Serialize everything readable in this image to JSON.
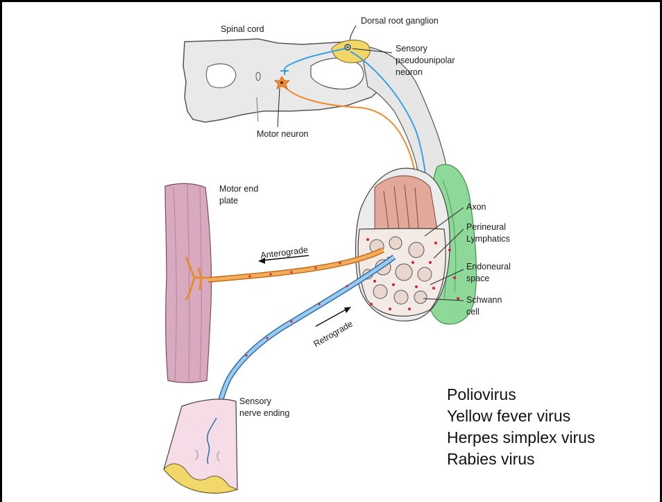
{
  "labels": {
    "spinal_cord": "Spinal cord",
    "dorsal_root_ganglion": "Dorsal root ganglion",
    "sensory_line1": "Sensory",
    "sensory_line2": "pseudounipolar",
    "sensory_line3": "neuron",
    "motor_neuron": "Motor neuron",
    "motor_end_line1": "Motor end",
    "motor_end_line2": "plate",
    "axon": "Axon",
    "perineural_line1": "Perineural",
    "perineural_line2": "Lymphatics",
    "endoneural_line1": "Endoneural",
    "endoneural_line2": "space",
    "schwann_line1": "Schwann",
    "schwann_line2": "cell",
    "anterograde": "Anterograde",
    "retrograde": "Retrograde",
    "sensory_ending_line1": "Sensory",
    "sensory_ending_line2": "nerve ending"
  },
  "viruses": [
    "Poliovirus",
    "Yellow fever virus",
    "Herpes simplex virus",
    "Rabies virus"
  ],
  "colors": {
    "motor_axon": "#f08a2c",
    "sensory_axon": "#3aa0e0",
    "ganglion": "#f3d66a",
    "spinal_cord_fill": "#e8e8e8",
    "muscle": "#d9a9bf",
    "lymphatic": "#8ed99a",
    "particle": "#d81b4a"
  }
}
